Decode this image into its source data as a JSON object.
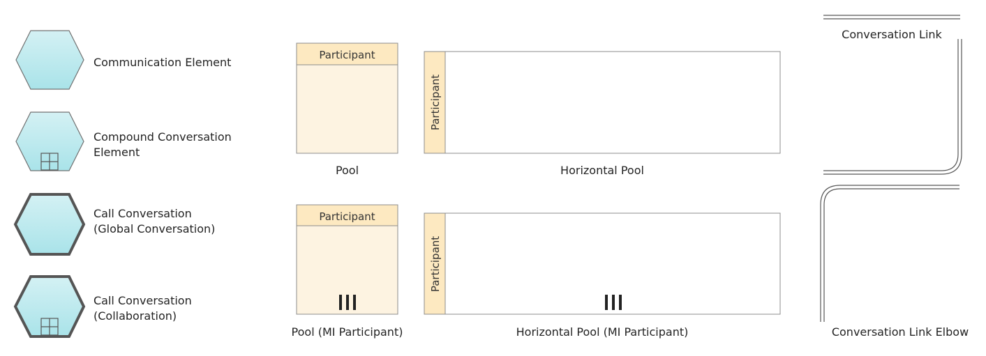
{
  "shapes": {
    "communication_element": "Communication Element",
    "compound_conversation_element": [
      "Compound Conversation",
      "Element"
    ],
    "call_conversation_global": [
      "Call Conversation",
      "(Global Conversation)"
    ],
    "call_conversation_collaboration": [
      "Call Conversation",
      "(Collaboration)"
    ]
  },
  "pools": {
    "pool": {
      "caption": "Pool",
      "participant": "Participant"
    },
    "horizontal_pool": {
      "caption": "Horizontal Pool",
      "participant": "Participant"
    },
    "pool_mi": {
      "caption": "Pool (MI Participant)",
      "participant": "Participant"
    },
    "horizontal_pool_mi": {
      "caption": "Horizontal Pool (MI Participant)",
      "participant": "Participant"
    }
  },
  "links": {
    "conversation_link": "Conversation Link",
    "conversation_link_elbow": "Conversation Link Elbow"
  },
  "colors": {
    "hex_fill_top": "#d4f1f4",
    "hex_fill_bottom": "#a9e3e9",
    "hex_stroke": "#6c6c6c",
    "hex_stroke_bold": "#555555",
    "pool_header": "#fde9c1",
    "pool_body": "#fdf3e1",
    "pool_stroke": "#8c8c8c"
  }
}
